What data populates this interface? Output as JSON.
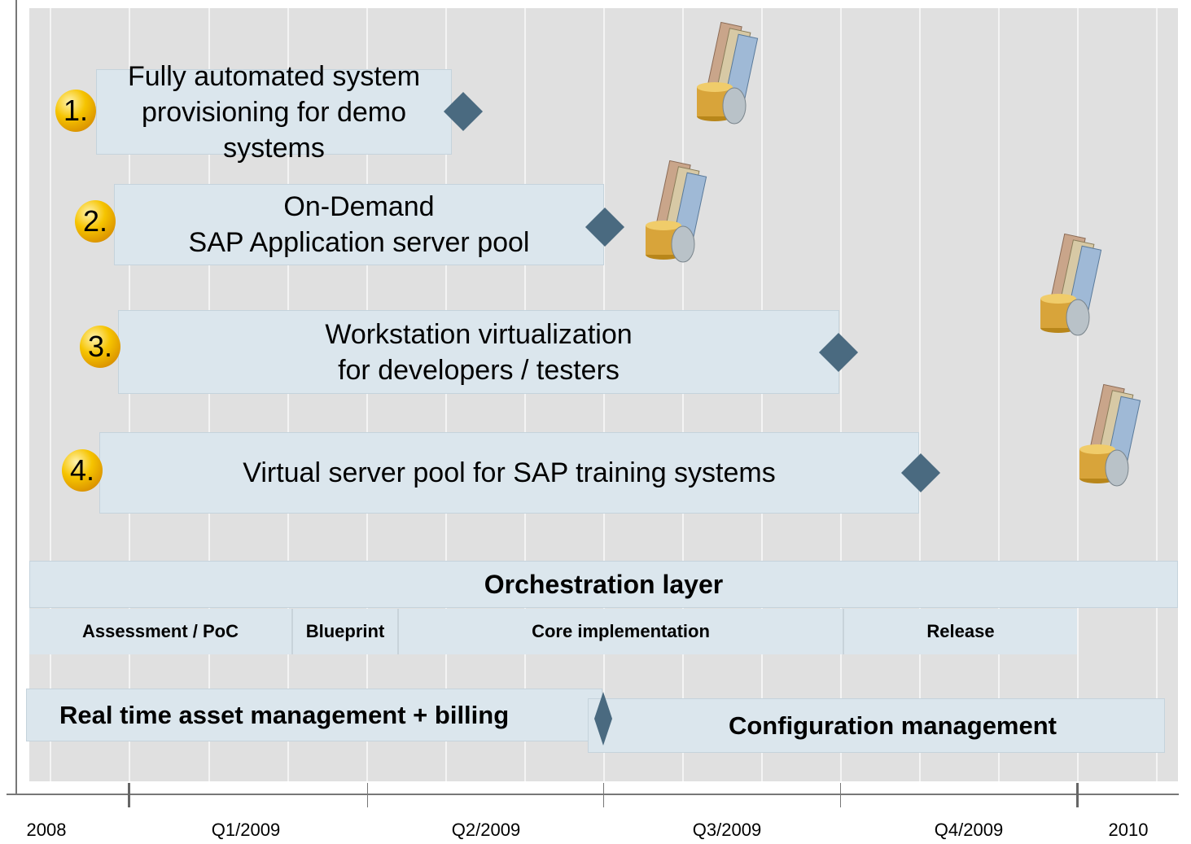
{
  "projects": [
    {
      "number": "1.",
      "text": "Fully automated system\nprovisioning for demo systems"
    },
    {
      "number": "2.",
      "text": "On-Demand\nSAP Application server pool"
    },
    {
      "number": "3.",
      "text": "Workstation virtualization\nfor developers / testers"
    },
    {
      "number": "4.",
      "text": "Virtual server pool for SAP training systems"
    }
  ],
  "orchestration": {
    "title": "Orchestration layer"
  },
  "phases": [
    "Assessment / PoC",
    "Blueprint",
    "Core implementation",
    "Release"
  ],
  "bottom": {
    "asset": "Real time asset management + billing",
    "config": "Configuration management"
  },
  "x_axis": [
    "2008",
    "Q1/2009",
    "Q2/2009",
    "Q3/2009",
    "Q4/2009",
    "2010"
  ],
  "icons": {
    "milestone": "diamond-milestone-icon",
    "money": "money-euro-coins-icon"
  },
  "colors": {
    "bar": "#dbe6ed",
    "diamond": "#4a6a80",
    "coin": "#f6c400",
    "background": "#e0e0e0"
  }
}
